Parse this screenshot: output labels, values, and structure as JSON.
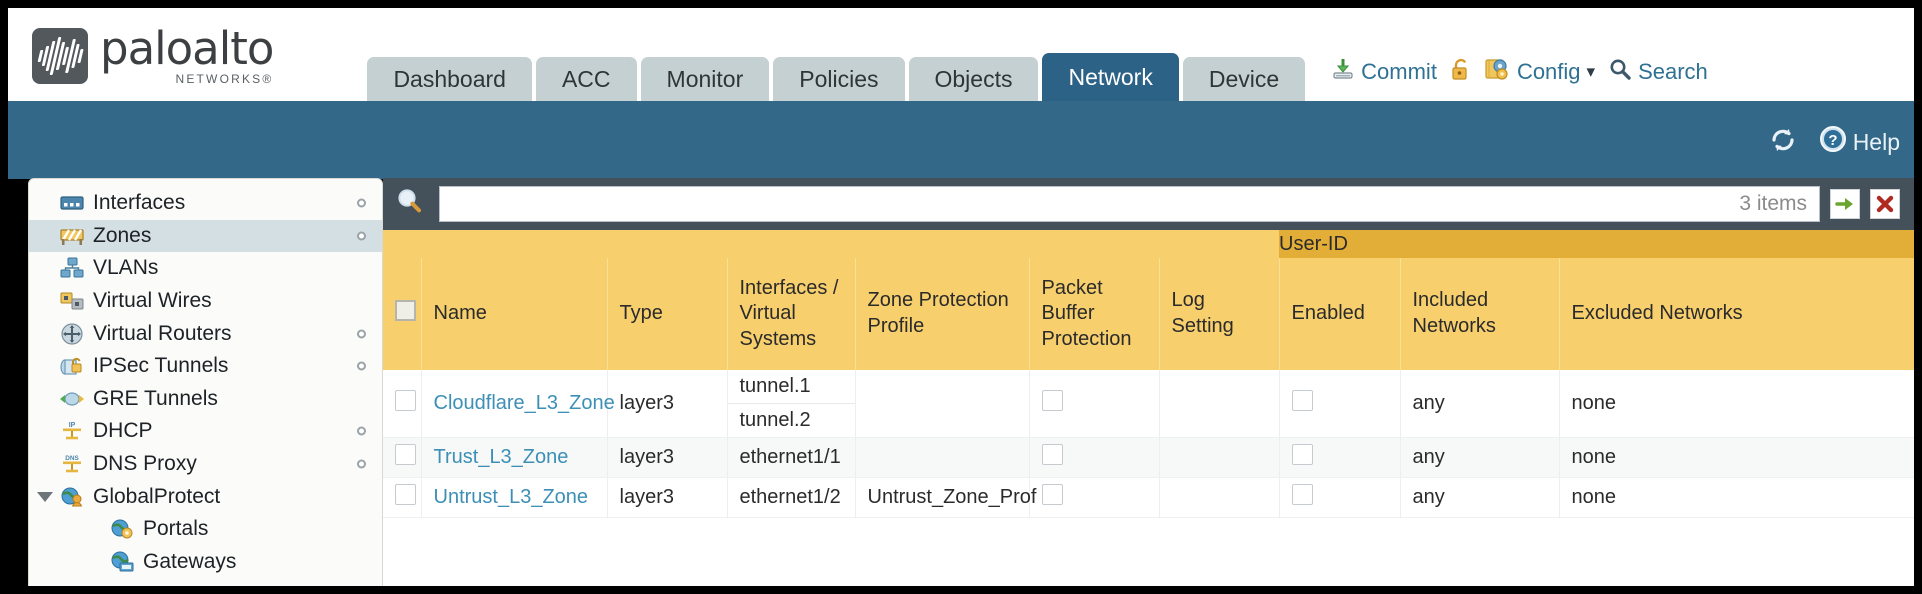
{
  "brand": {
    "name": "paloalto",
    "sub": "NETWORKS®"
  },
  "nav": {
    "tabs": [
      {
        "label": "Dashboard",
        "active": false
      },
      {
        "label": "ACC",
        "active": false
      },
      {
        "label": "Monitor",
        "active": false
      },
      {
        "label": "Policies",
        "active": false
      },
      {
        "label": "Objects",
        "active": false
      },
      {
        "label": "Network",
        "active": true
      },
      {
        "label": "Device",
        "active": false
      }
    ]
  },
  "utilities": {
    "commit": "Commit",
    "lock_icon": "padlock-icon",
    "config": "Config",
    "config_caret": "▾",
    "search": "Search"
  },
  "subheader": {
    "refresh_icon": "refresh-icon",
    "help": "Help"
  },
  "sidebar": {
    "items": [
      {
        "label": "Interfaces",
        "icon": "interfaces-icon",
        "dot": true,
        "selected": false,
        "child": false
      },
      {
        "label": "Zones",
        "icon": "zones-icon",
        "dot": true,
        "selected": true,
        "child": false
      },
      {
        "label": "VLANs",
        "icon": "vlans-icon",
        "dot": false,
        "selected": false,
        "child": false
      },
      {
        "label": "Virtual Wires",
        "icon": "virtual-wires-icon",
        "dot": false,
        "selected": false,
        "child": false
      },
      {
        "label": "Virtual Routers",
        "icon": "virtual-routers-icon",
        "dot": true,
        "selected": false,
        "child": false
      },
      {
        "label": "IPSec Tunnels",
        "icon": "ipsec-tunnels-icon",
        "dot": true,
        "selected": false,
        "child": false
      },
      {
        "label": "GRE Tunnels",
        "icon": "gre-tunnels-icon",
        "dot": false,
        "selected": false,
        "child": false
      },
      {
        "label": "DHCP",
        "icon": "dhcp-icon",
        "dot": true,
        "selected": false,
        "child": false
      },
      {
        "label": "DNS Proxy",
        "icon": "dns-proxy-icon",
        "dot": true,
        "selected": false,
        "child": false
      },
      {
        "label": "GlobalProtect",
        "icon": "globalprotect-icon",
        "dot": false,
        "selected": false,
        "child": false,
        "expander": "▾"
      },
      {
        "label": "Portals",
        "icon": "portals-icon",
        "dot": false,
        "selected": false,
        "child": true
      },
      {
        "label": "Gateways",
        "icon": "gateways-icon",
        "dot": false,
        "selected": false,
        "child": true
      }
    ]
  },
  "search": {
    "value": "",
    "placeholder": "",
    "icon": "magnifier-icon",
    "items_count": "3 items",
    "apply_icon": "green-arrow-icon",
    "clear_icon": "red-x-icon"
  },
  "table": {
    "group_header": {
      "label": "User-ID",
      "spans": 3
    },
    "columns": [
      "Name",
      "Type",
      "Interfaces / Virtual Systems",
      "Zone Protection Profile",
      "Packet Buffer Protection",
      "Log Setting",
      "Enabled",
      "Included Networks",
      "Excluded Networks"
    ],
    "rows": [
      {
        "name": "Cloudflare_L3_Zone",
        "type": "layer3",
        "interfaces": [
          "tunnel.1",
          "tunnel.2"
        ],
        "zone_protection_profile": "",
        "packet_buffer_protection": false,
        "log_setting": "",
        "userid_enabled": false,
        "included_networks": "any",
        "excluded_networks": "none",
        "selected": false
      },
      {
        "name": "Trust_L3_Zone",
        "type": "layer3",
        "interfaces": [
          "ethernet1/1"
        ],
        "zone_protection_profile": "",
        "packet_buffer_protection": false,
        "log_setting": "",
        "userid_enabled": false,
        "included_networks": "any",
        "excluded_networks": "none",
        "selected": false
      },
      {
        "name": "Untrust_L3_Zone",
        "type": "layer3",
        "interfaces": [
          "ethernet1/2"
        ],
        "zone_protection_profile": "Untrust_Zone_Prof",
        "packet_buffer_protection": false,
        "log_setting": "",
        "userid_enabled": false,
        "included_networks": "any",
        "excluded_networks": "none",
        "selected": false
      }
    ]
  },
  "colors": {
    "brand_slate": "#53585c",
    "tab_active": "#2c6286",
    "tab_inactive": "#c5d0d3",
    "band_blue": "#336888",
    "header_gold": "#f7cf6d",
    "group_gold": "#e3ae38",
    "link_blue": "#3c8fb5",
    "content_bg": "#44515a"
  }
}
